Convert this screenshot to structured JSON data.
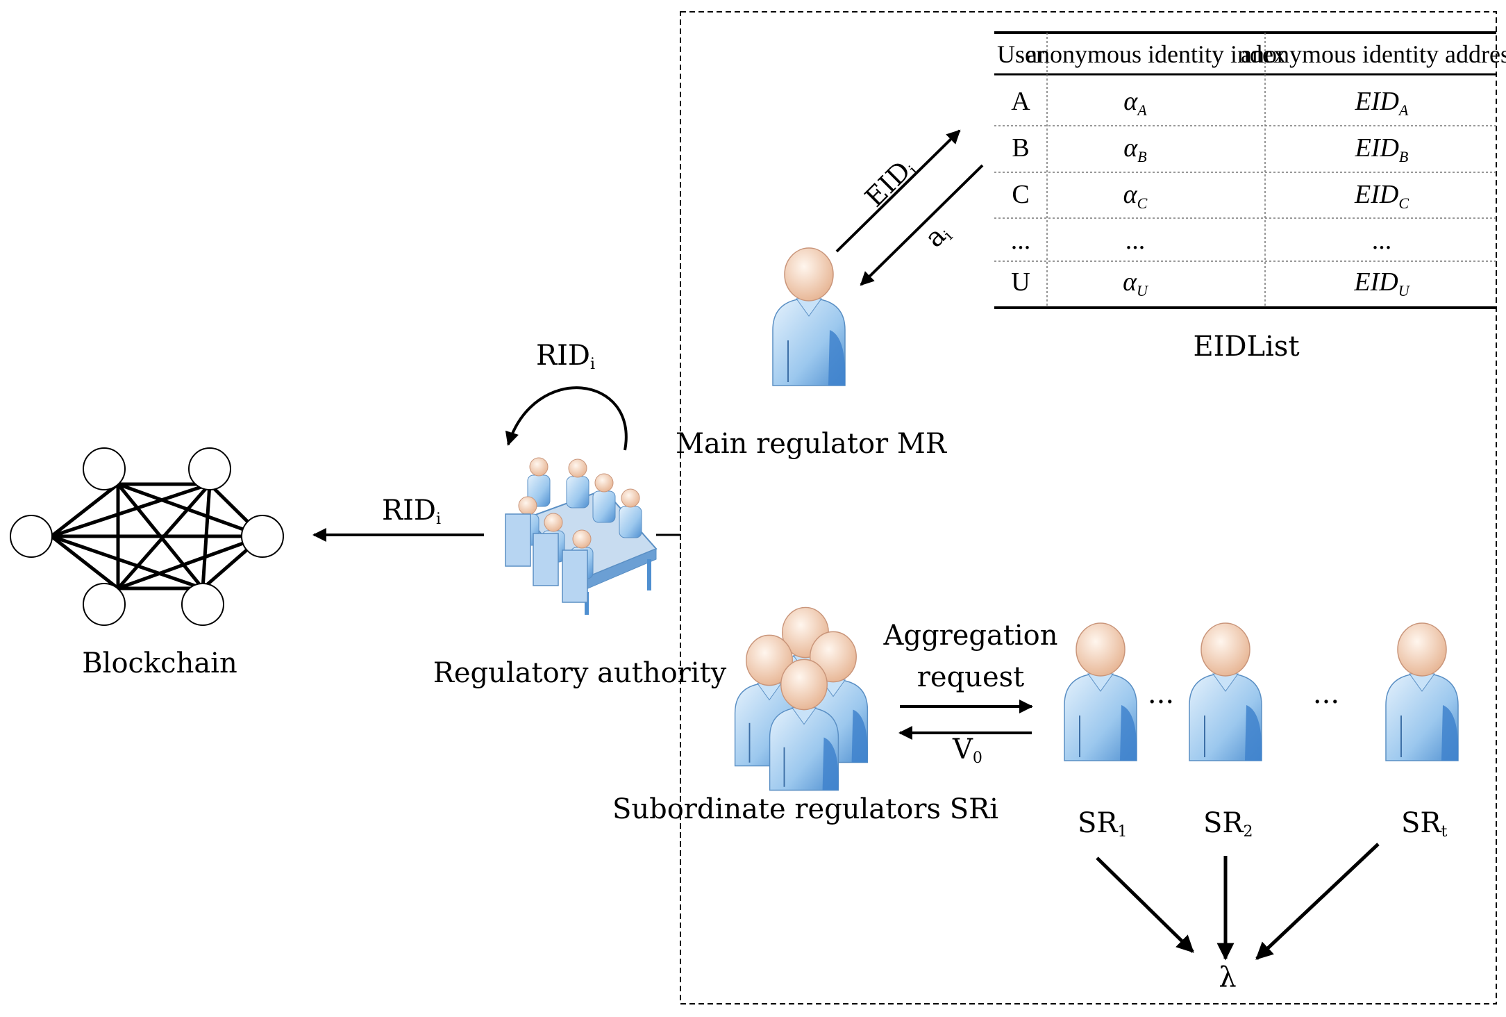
{
  "labels": {
    "blockchain": "Blockchain",
    "regulatory_authority": "Regulatory authority",
    "main_regulator": "Main regulator MR",
    "subordinate_regulators": "Subordinate regulators SRi",
    "rid_self": {
      "base": "RID",
      "sub": "i"
    },
    "rid_send": {
      "base": "RID",
      "sub": "i"
    },
    "eid_arrow": {
      "base": "EID",
      "sub": "i"
    },
    "a_arrow": {
      "base": "a",
      "sub": "i"
    },
    "aggregation_line1": "Aggregation",
    "aggregation_line2": "request",
    "v0": {
      "base": "V",
      "sub": "0"
    },
    "sr1": {
      "base": "SR",
      "sub": "1"
    },
    "sr2": {
      "base": "SR",
      "sub": "2"
    },
    "srt": {
      "base": "SR",
      "sub": "t"
    },
    "ellipsis1": "...",
    "ellipsis2": "...",
    "lambda": "λ",
    "eidlist": "EIDList"
  },
  "table": {
    "headers": [
      "User",
      "anonymous identity index",
      "anonymous identity address"
    ],
    "rows": [
      {
        "user": "A",
        "index": {
          "base": "α",
          "sub": "A"
        },
        "address": {
          "base": "EID",
          "sub": "A"
        }
      },
      {
        "user": "B",
        "index": {
          "base": "α",
          "sub": "B"
        },
        "address": {
          "base": "EID",
          "sub": "B"
        }
      },
      {
        "user": "C",
        "index": {
          "base": "α",
          "sub": "C"
        },
        "address": {
          "base": "EID",
          "sub": "C"
        }
      },
      {
        "user": "...",
        "index": {
          "base": "...",
          "sub": ""
        },
        "address": {
          "base": "...",
          "sub": ""
        }
      },
      {
        "user": "U",
        "index": {
          "base": "α",
          "sub": "U"
        },
        "address": {
          "base": "EID",
          "sub": "U"
        }
      }
    ]
  },
  "colors": {
    "person_body": "#9cc8ee",
    "person_body_dark": "#4f8fd0",
    "person_head": "#f6d0b8",
    "line": "#000000"
  }
}
